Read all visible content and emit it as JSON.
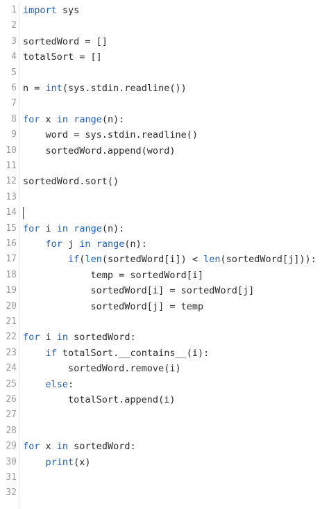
{
  "editor": {
    "lines": [
      {
        "n": "1",
        "code": "import sys"
      },
      {
        "n": "2",
        "code": ""
      },
      {
        "n": "3",
        "code": "sortedWord = []"
      },
      {
        "n": "4",
        "code": "totalSort = []"
      },
      {
        "n": "5",
        "code": ""
      },
      {
        "n": "6",
        "code": "n = int(sys.stdin.readline())"
      },
      {
        "n": "7",
        "code": ""
      },
      {
        "n": "8",
        "code": "for x in range(n):"
      },
      {
        "n": "9",
        "code": "    word = sys.stdin.readline()"
      },
      {
        "n": "10",
        "code": "    sortedWord.append(word)"
      },
      {
        "n": "11",
        "code": ""
      },
      {
        "n": "12",
        "code": "sortedWord.sort()"
      },
      {
        "n": "13",
        "code": ""
      },
      {
        "n": "14",
        "code": ""
      },
      {
        "n": "15",
        "code": "for i in range(n):"
      },
      {
        "n": "16",
        "code": "    for j in range(n):"
      },
      {
        "n": "17",
        "code": "        if(len(sortedWord[i]) < len(sortedWord[j])):"
      },
      {
        "n": "18",
        "code": "            temp = sortedWord[i]"
      },
      {
        "n": "19",
        "code": "            sortedWord[i] = sortedWord[j]"
      },
      {
        "n": "20",
        "code": "            sortedWord[j] = temp"
      },
      {
        "n": "21",
        "code": ""
      },
      {
        "n": "22",
        "code": "for i in sortedWord:"
      },
      {
        "n": "23",
        "code": "    if totalSort.__contains__(i):"
      },
      {
        "n": "24",
        "code": "        sortedWord.remove(i)"
      },
      {
        "n": "25",
        "code": "    else:"
      },
      {
        "n": "26",
        "code": "        totalSort.append(i)"
      },
      {
        "n": "27",
        "code": ""
      },
      {
        "n": "28",
        "code": ""
      },
      {
        "n": "29",
        "code": "for x in sortedWord:"
      },
      {
        "n": "30",
        "code": "    print(x)"
      },
      {
        "n": "31",
        "code": ""
      },
      {
        "n": "32",
        "code": ""
      }
    ],
    "cursor_line": "14"
  },
  "colors": {
    "keyword": "#1f5fbf",
    "text": "#2b2b2b",
    "line_number": "#9a9a9a"
  }
}
